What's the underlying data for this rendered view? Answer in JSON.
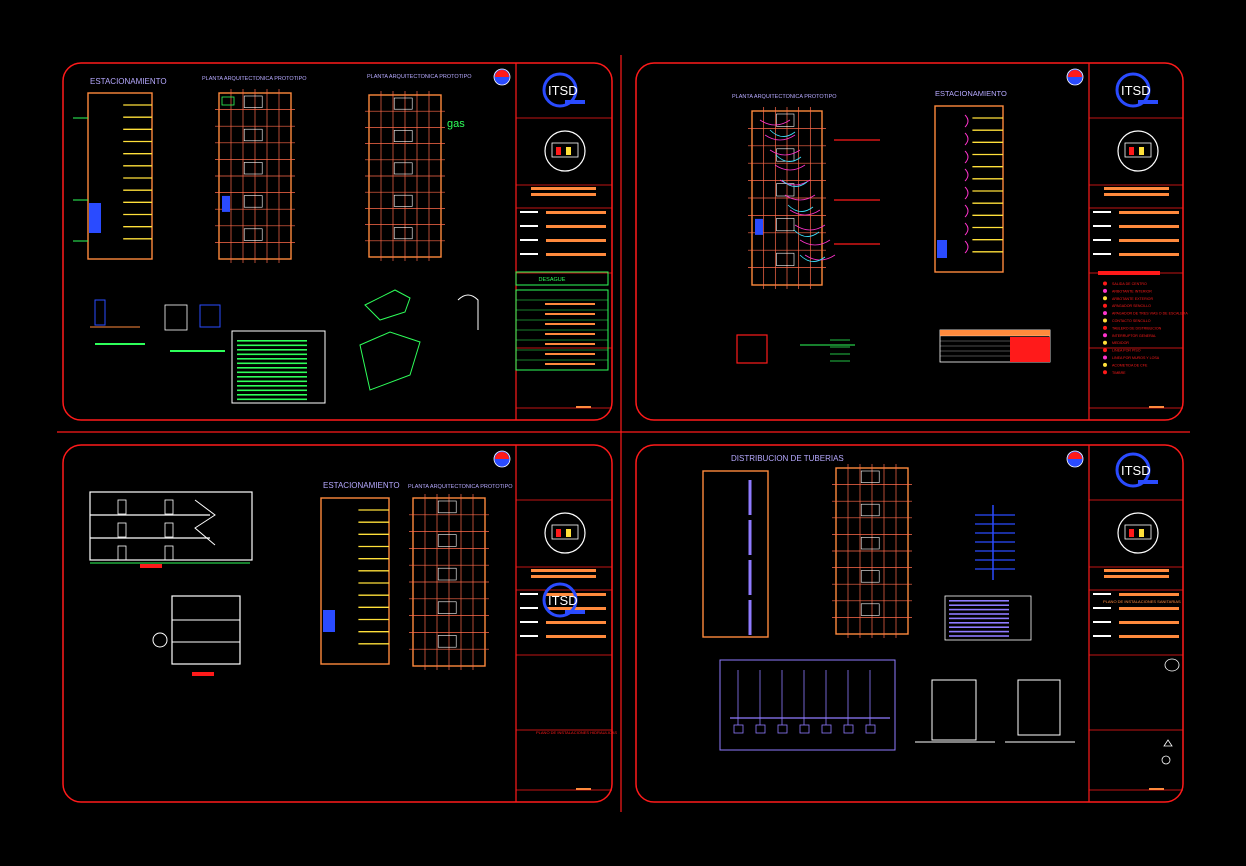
{
  "colors": {
    "background": "#000000",
    "frame": "#ff1a1a",
    "wall": "#ff8a3d",
    "grid": "#ff6a4a",
    "yellow": "#ffe03a",
    "blue": "#2a4bff",
    "cyan": "#3fe3ff",
    "magenta": "#ff33cc",
    "green": "#2eff5a",
    "white": "#ffffff",
    "lavender": "#8f7bff",
    "title": "#b6a9ff"
  },
  "logo": {
    "text": "ITSD"
  },
  "sheets": [
    {
      "id": "sheet-1",
      "labels": {
        "parking": "ESTACIONAMIENTO",
        "plan_a": "PLANTA ARQUITECTONICA PROTOTIPO",
        "plan_b": "PLANTA ARQUITECTONICA PROTOTIPO",
        "gas": "gas",
        "legend_title": "DESAGUE"
      }
    },
    {
      "id": "sheet-2",
      "labels": {
        "plan": "PLANTA ARQUITECTONICA PROTOTIPO",
        "parking": "ESTACIONAMIENTO"
      },
      "legend": [
        "SALIDA DE CENTRO",
        "ARBOTANTE INTERIOR",
        "ARBOTANTE EXTERIOR",
        "APAGADOR SENCILLO",
        "APAGADOR DE TRES VIAS O DE ESCALERA",
        "CONTACTO SENCILLO",
        "TABLERO DE DISTRIBUCION",
        "INTERRUPTOR GENERAL",
        "MEDIDOR",
        "LINEA POR PISO",
        "LINEA POR MUROS Y LOSA",
        "ACOMETIDA DE CFE",
        "TIMBRE"
      ]
    },
    {
      "id": "sheet-3",
      "labels": {
        "parking": "ESTACIONAMIENTO",
        "plan": "PLANTA ARQUITECTONICA PROTOTIPO",
        "title_block_plan": "PLANO DE INSTALACIONES HIDRAULICAS"
      }
    },
    {
      "id": "sheet-4",
      "labels": {
        "distribution": "DISTRIBUCION DE TUBERIAS",
        "title_block_plan": "PLANO DE INSTALACIONES SANITARIAS"
      }
    }
  ]
}
